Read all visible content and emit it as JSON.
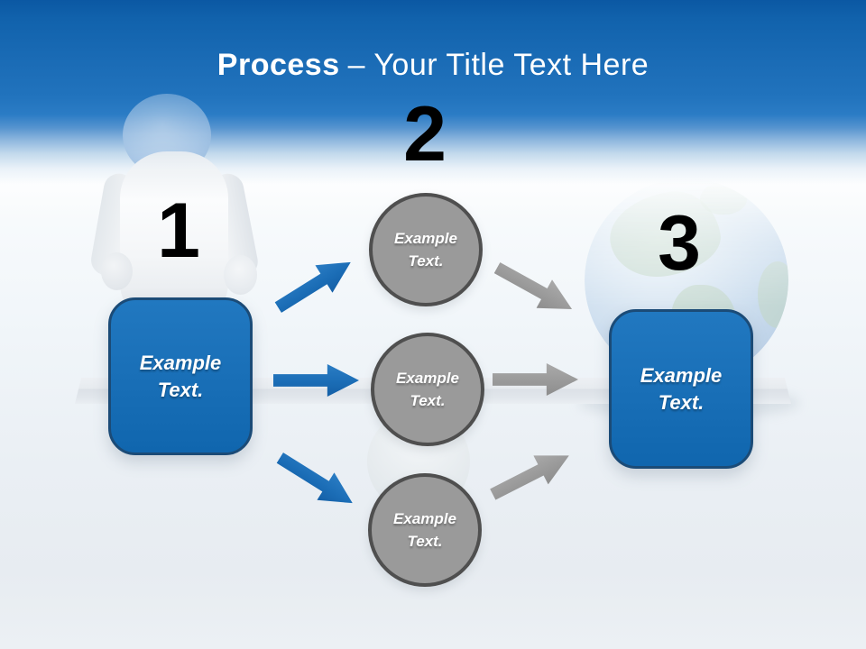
{
  "title": {
    "emphasis": "Process",
    "rest": "– Your Title Text Here"
  },
  "steps": [
    {
      "number": "1",
      "label": "Example Text."
    },
    {
      "number": "2"
    },
    {
      "number": "3",
      "label": "Example Text."
    }
  ],
  "circles": [
    {
      "label": "Example Text."
    },
    {
      "label": "Example Text."
    },
    {
      "label": "Example Text."
    }
  ],
  "colors": {
    "accent_blue": "#1270b8",
    "box_border": "#1b4b77",
    "circle_fill": "#9a9a9a",
    "circle_border": "#4f4f4f",
    "arrow_gray": "#9a9a9a",
    "header_blue_top": "#0b58a3",
    "header_blue_bottom": "#2b7cc5",
    "title_color": "#ffffff",
    "number_color": "#000000"
  }
}
